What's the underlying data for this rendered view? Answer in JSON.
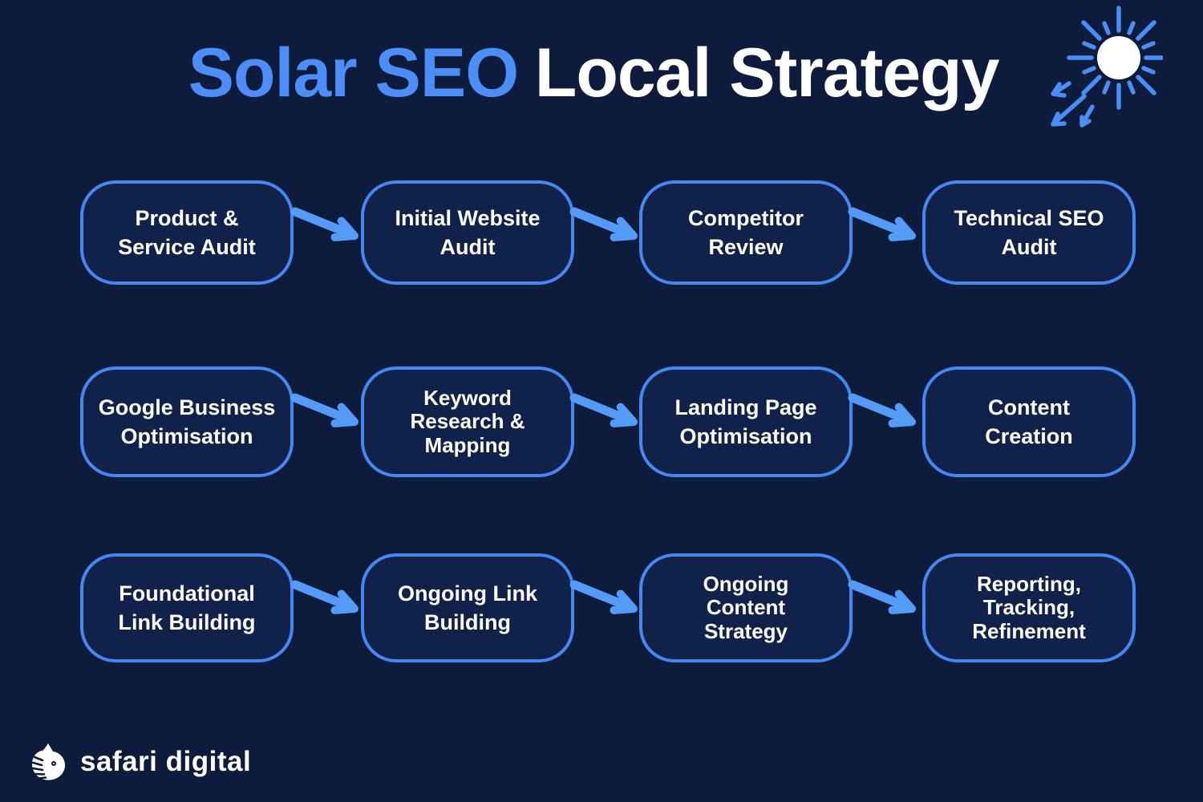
{
  "title": {
    "highlight": "Solar SEO",
    "rest": "Local Strategy"
  },
  "colors": {
    "background": "#0D1B3C",
    "box_fill": "#10214A",
    "box_border": "#4688F2",
    "arrow": "#549BF8",
    "title_accent": "#4D8DF7",
    "text": "#FFFFFF"
  },
  "icons": {
    "header": "sun-with-rays-and-arrows",
    "brand": "zebra-head"
  },
  "flow": {
    "rows": [
      {
        "steps": [
          {
            "label": "Product &\nService Audit"
          },
          {
            "label": "Initial Website\nAudit"
          },
          {
            "label": "Competitor\nReview"
          },
          {
            "label": "Technical SEO\nAudit"
          }
        ]
      },
      {
        "steps": [
          {
            "label": "Google Business\nOptimisation"
          },
          {
            "label": "Keyword\nResearch &\nMapping"
          },
          {
            "label": "Landing Page\nOptimisation"
          },
          {
            "label": "Content\nCreation"
          }
        ]
      },
      {
        "steps": [
          {
            "label": "Foundational\nLink Building"
          },
          {
            "label": "Ongoing Link\nBuilding"
          },
          {
            "label": "Ongoing\nContent\nStrategy"
          },
          {
            "label": "Reporting,\nTracking,\nRefinement"
          }
        ]
      }
    ]
  },
  "footer": {
    "brand": "safari digital"
  }
}
